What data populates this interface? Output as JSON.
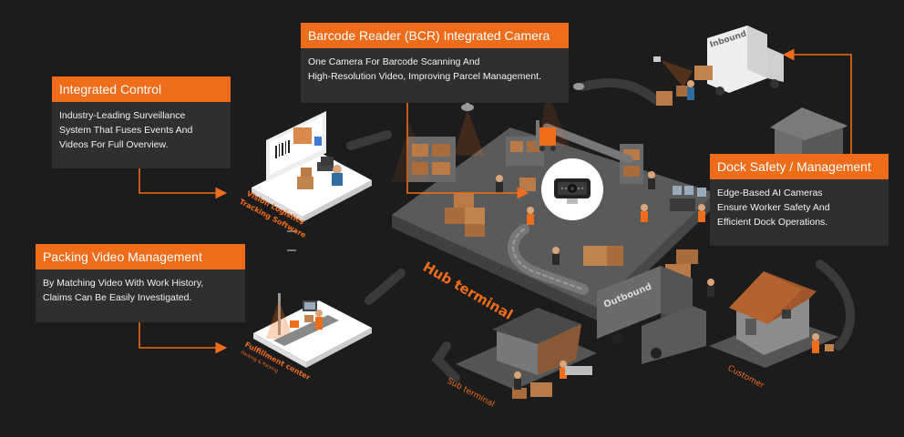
{
  "callouts": {
    "bcr": {
      "title": "Barcode Reader (BCR) Integrated Camera",
      "line1": "One Camera For Barcode Scanning And",
      "line2": "High-Resolution Video, Improving Parcel Management."
    },
    "integrated_control": {
      "title": "Integrated Control",
      "line1": "Industry-Leading Surveillance",
      "line2": "System That Fuses Events And",
      "line3": "Videos For Full Overview."
    },
    "packing": {
      "title": "Packing Video Management",
      "line1": "By Matching Video With Work History,",
      "line2": "Claims Can Be Easily Investigated."
    },
    "dock": {
      "title": "Dock Safety / Management",
      "line1": "Edge-Based AI Cameras",
      "line2": "Ensure Worker Safety And",
      "line3": "Efficient Dock Operations."
    }
  },
  "scene_labels": {
    "hub_terminal": "Hub terminal",
    "sub_terminal": "Sub terminal",
    "customer": "Customer",
    "inbound": "Inbound",
    "outbound": "Outbound",
    "vision_logistics_1": "Vision Logistics",
    "vision_logistics_2": "Tracking Software",
    "fulfillment_1": "Fulfillment center",
    "fulfillment_2": "Packing & Packing"
  },
  "colors": {
    "accent": "#ef6c1a",
    "background": "#1c1c1c",
    "panel": "#2f2f2f",
    "platform": "#585858"
  }
}
